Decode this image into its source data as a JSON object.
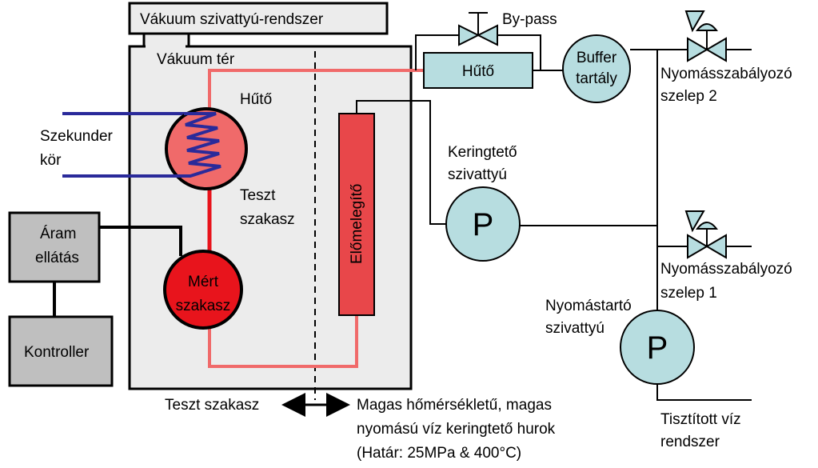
{
  "labels": {
    "vacuum_system": "Vákuum szivattyú-rendszer",
    "vacuum_space": "Vákuum tér",
    "bypass": "By-pass",
    "cooler_inner": "Hűtő",
    "cooler_outer": "Hűtő",
    "buffer_tank_1": "Buffer",
    "buffer_tank_2": "tartály",
    "pressure_valve_2_1": "Nyomásszabályozó",
    "pressure_valve_2_2": "szelep 2",
    "secondary_1": "Szekunder",
    "secondary_2": "kör",
    "test_section_1": "Teszt",
    "test_section_2": "szakasz",
    "preheater": "Előmelegítő",
    "circ_pump_1": "Keringtető",
    "circ_pump_2": "szivattyú",
    "pump_symbol": "P",
    "power_supply_1": "Áram",
    "power_supply_2": "ellátás",
    "measured_1": "Mért",
    "measured_2": "szakasz",
    "pressure_valve_1_1": "Nyomásszabályozó",
    "pressure_valve_1_2": "szelep 1",
    "press_pump_1": "Nyomástartó",
    "press_pump_2": "szivattyú",
    "controller": "Kontroller",
    "bottom_left": "Teszt szakasz",
    "bottom_right_1": "Magas hőmérsékletű, magas",
    "bottom_right_2": "nyomású víz keringtető hurok",
    "bottom_right_3": "(Határ: 25MPa & 400°C)",
    "purified_1": "Tisztított víz",
    "purified_2": "rendszer"
  },
  "colors": {
    "box_gray": "#bfbfbf",
    "vessel_fill": "#ececec",
    "hot_red": "#e8474a",
    "bright_red": "#e8141c",
    "loop_pink": "#f06a6a",
    "light_blue": "#b7dde0",
    "coil_blue": "#2a2a9a"
  }
}
